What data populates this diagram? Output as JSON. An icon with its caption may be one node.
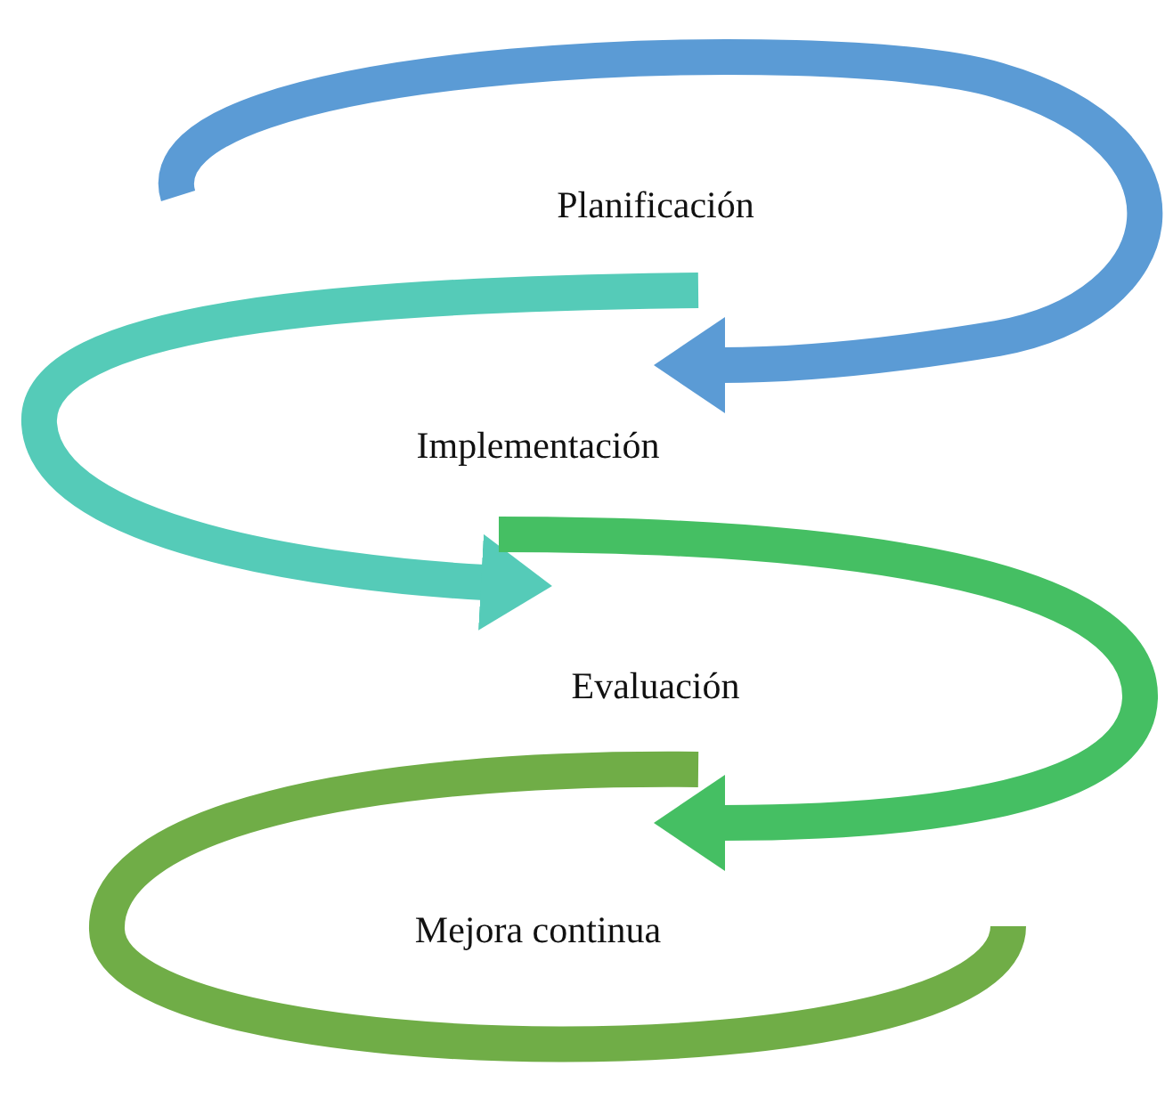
{
  "diagram": {
    "labels": [
      "Planificación",
      "Implementación",
      "Evaluación",
      "Mejora continua"
    ]
  }
}
